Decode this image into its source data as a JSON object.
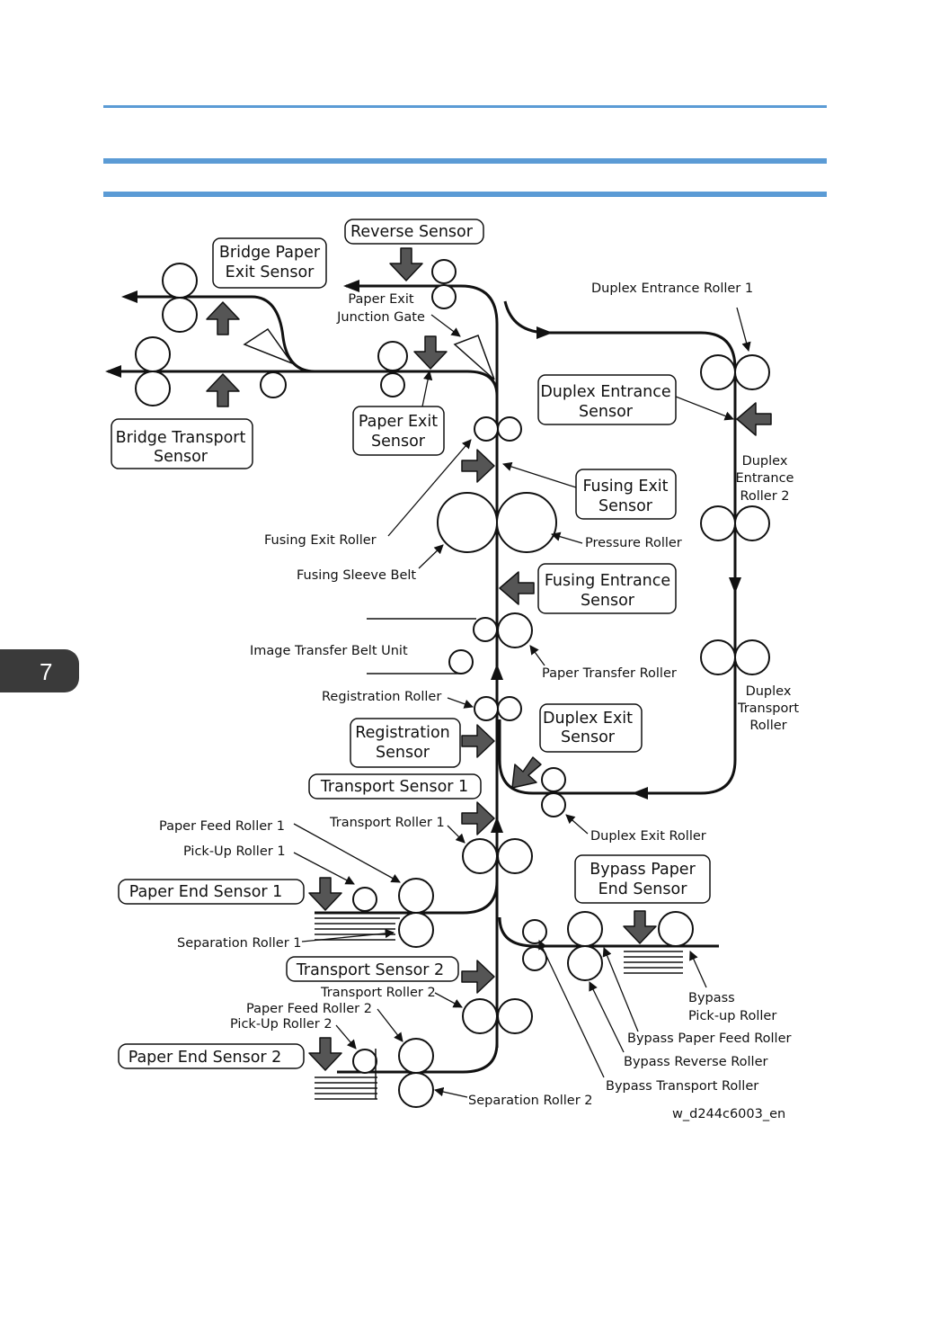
{
  "page": {
    "chapter_number": "7"
  },
  "figure": {
    "figure_id": "w_d244c6003_en",
    "boxed_labels": {
      "reverse_sensor": "Reverse Sensor",
      "bridge_paper_exit_sensor": [
        "Bridge Paper",
        "Exit Sensor"
      ],
      "bridge_transport_sensor": [
        "Bridge Transport",
        "Sensor"
      ],
      "paper_exit_sensor": [
        "Paper Exit",
        "Sensor"
      ],
      "duplex_entrance_sensor": [
        "Duplex Entrance",
        "Sensor"
      ],
      "fusing_exit_sensor": [
        "Fusing Exit",
        "Sensor"
      ],
      "fusing_entrance_sensor": [
        "Fusing Entrance",
        "Sensor"
      ],
      "duplex_exit_sensor": [
        "Duplex Exit",
        "Sensor"
      ],
      "registration_sensor": [
        "Registration",
        "Sensor"
      ],
      "transport_sensor_1": "Transport Sensor 1",
      "bypass_paper_end_sensor": [
        "Bypass Paper",
        "End Sensor"
      ],
      "paper_end_sensor_1": "Paper End Sensor 1",
      "transport_sensor_2": "Transport Sensor 2",
      "paper_end_sensor_2": "Paper End Sensor 2"
    },
    "labels": {
      "paper_exit_junction_gate": [
        "Paper Exit",
        "Junction Gate"
      ],
      "duplex_entrance_roller_1": "Duplex Entrance Roller 1",
      "duplex_entrance_roller_2": [
        "Duplex",
        "Entrance",
        "Roller 2"
      ],
      "fusing_exit_roller": "Fusing Exit Roller",
      "pressure_roller": "Pressure Roller",
      "fusing_sleeve_belt": "Fusing Sleeve Belt",
      "image_transfer_belt_unit": "Image Transfer Belt Unit",
      "paper_transfer_roller": "Paper Transfer Roller",
      "registration_roller": "Registration Roller",
      "duplex_transport_roller": [
        "Duplex",
        "Transport",
        "Roller"
      ],
      "paper_feed_roller_1": "Paper Feed Roller 1",
      "transport_roller_1": "Transport Roller 1",
      "pick_up_roller_1": "Pick-Up Roller 1",
      "duplex_exit_roller": "Duplex Exit Roller",
      "separation_roller_1": "Separation Roller 1",
      "transport_roller_2": "Transport Roller 2",
      "paper_feed_roller_2": "Paper Feed Roller 2",
      "pick_up_roller_2": "Pick-Up Roller 2",
      "bypass_pick_up_roller": [
        "Bypass",
        "Pick-up Roller"
      ],
      "bypass_paper_feed_roller": "Bypass Paper Feed Roller",
      "bypass_reverse_roller": "Bypass Reverse Roller",
      "bypass_transport_roller": "Bypass Transport Roller",
      "separation_roller_2": "Separation Roller 2"
    }
  }
}
